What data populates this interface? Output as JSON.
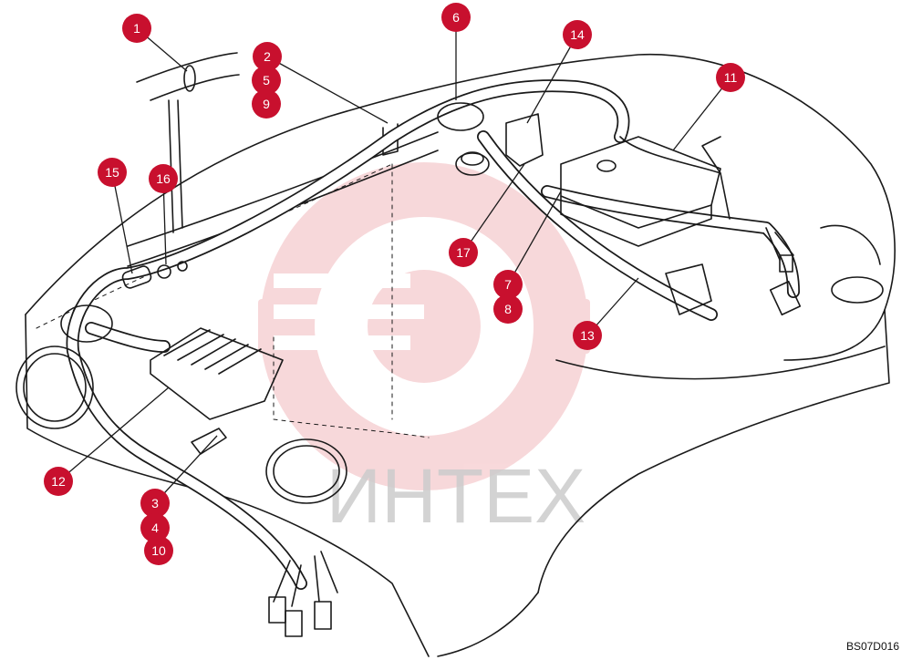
{
  "figure_code": "BS07D016",
  "watermark_text": "ИНТЕХ",
  "colors": {
    "callout": "#c8102e",
    "line": "#1a1a1a",
    "watermark": "#f2b9bd",
    "watermark_text": "#cccccc"
  },
  "callouts": [
    "1",
    "2",
    "5",
    "9",
    "6",
    "14",
    "11",
    "15",
    "16",
    "17",
    "7",
    "8",
    "13",
    "12",
    "3",
    "4",
    "10"
  ]
}
